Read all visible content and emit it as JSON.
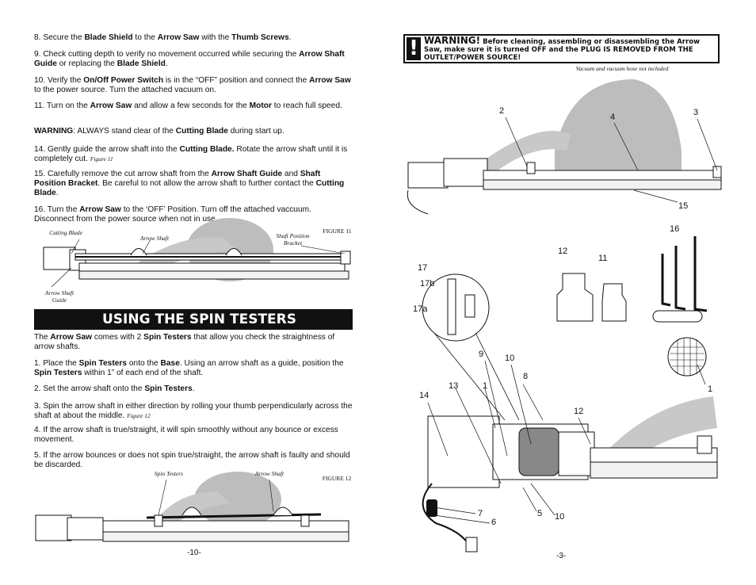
{
  "left_page": {
    "steps": [
      {
        "id": "s8",
        "parts": [
          "8.  Secure the ",
          "Blade Shield",
          " to the ",
          "Arrow Saw",
          " with the ",
          "Thumb Screws",
          "."
        ]
      },
      {
        "id": "s9",
        "parts": [
          "9.  Check cutting depth to verify no movement occurred while securing the ",
          "Arrow Shaft Guide",
          " or replacing the ",
          "Blade Shield",
          "."
        ]
      },
      {
        "id": "s10",
        "parts": [
          "10. Verify the ",
          "On/Off Power Switch",
          " is in the “OFF” position and connect the ",
          "Arrow Saw",
          " to the power source.   Turn the attached vacuum on."
        ]
      },
      {
        "id": "s11",
        "parts": [
          "11. Turn on the ",
          "Arrow Saw",
          " and allow a few seconds for the ",
          "Motor",
          " to reach full speed."
        ]
      },
      {
        "id": "warn",
        "parts": [
          "WARNING",
          ":  ALWAYS stand clear of the ",
          "Cutting Blade",
          " during start up."
        ]
      },
      {
        "id": "s14",
        "parts": [
          "14.  Gently guide the arrow shaft into the ",
          "Cutting Blade.",
          " Rotate the arrow shaft until it is completely cut.  "
        ],
        "fig": "Figure 11"
      },
      {
        "id": "s15",
        "parts": [
          "15. Carefully remove the cut arrow shaft from the ",
          "Arrow Shaft Guide",
          " and ",
          "Shaft Position Bracket",
          ".  Be careful to not allow the arrow shaft to further contact the ",
          "Cutting Blade",
          "."
        ]
      },
      {
        "id": "s16",
        "parts": [
          "16.   Turn the ",
          "Arrow Saw",
          " to the ‘OFF’ Position.   Turn off the attached vaccuum. Disconnect from the power source when not in use."
        ]
      }
    ],
    "figure11": {
      "caption": "FIGURE 11",
      "labels": {
        "cutting_blade": "Cutting Blade",
        "arrow_shaft": "Arrow Shaft",
        "shaft_position_bracket": "Shaft Position Bracket",
        "arrow_shaft_guide": "Arrow Shaft Guide"
      }
    },
    "section_title": "USING THE SPIN TESTERS",
    "spin_paras": [
      {
        "id": "intro",
        "parts": [
          "The ",
          "Arrow Saw",
          " comes with 2 ",
          "Spin Testers",
          " that allow you check the straightness of arrow shafts."
        ]
      },
      {
        "id": "p1",
        "parts": [
          "1.  Place the ",
          "Spin Testers",
          " onto the ",
          "Base",
          ".  Using an arrow shaft as a guide, position the ",
          "Spin Testers",
          " within 1” of each end of the shaft."
        ]
      },
      {
        "id": "p2",
        "parts": [
          "2.  Set the arrow shaft onto the ",
          "Spin Testers",
          "."
        ]
      },
      {
        "id": "p3",
        "parts": [
          "3.  Spin the arrow shaft in either direction by rolling your thumb perpendicularly across the shaft at about the middle.  "
        ],
        "fig": "Figure 12"
      },
      {
        "id": "p4",
        "parts": [
          "4.  If the arrow shaft is true/straight, it will spin smoothly without any bounce or excess movement."
        ]
      },
      {
        "id": "p5",
        "parts": [
          "5.  If the arrow bounces or does not spin true/straight, the arrow shaft is faulty and should be discarded."
        ]
      }
    ],
    "figure12": {
      "caption": "FIGURE 12",
      "labels": {
        "spin_testers": "Spin Testers",
        "arrow_shaft": "Arrow Shaft"
      }
    },
    "page_number": "-10-"
  },
  "right_page": {
    "warning": {
      "heading": "WARNING!",
      "text": " Before cleaning, assembling or disassembling the Arrow Saw, make sure it is turned OFF and the PLUG IS REMOVED FROM THE OUTLET/POWER SOURCE!"
    },
    "vacuum_note": "Vacuum and vacuum hose not included",
    "callouts": [
      "2",
      "4",
      "3",
      "15",
      "16",
      "12",
      "11",
      "17",
      "17b",
      "17a",
      "9",
      "10",
      "8",
      "13",
      "1",
      "14",
      "12",
      "1",
      "7",
      "6",
      "5",
      "10"
    ],
    "page_number": "-3-"
  }
}
